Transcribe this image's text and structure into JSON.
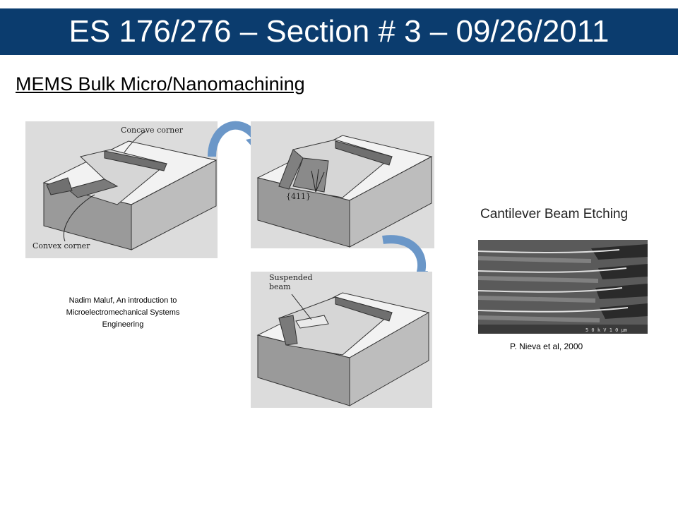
{
  "header": {
    "title": "ES 176/276 – Section # 3 – 09/26/2011"
  },
  "subtitle": "MEMS Bulk Micro/Nanomachining",
  "figure_left": {
    "labels": {
      "concave": "Concave corner",
      "convex": "Convex corner"
    },
    "caption": "Nadim Maluf, An introduction to Microelectromechanical Systems Engineering"
  },
  "figure_mid": {
    "plane_label": "{411}"
  },
  "figure_bottom": {
    "label_line1": "Suspended",
    "label_line2": "beam"
  },
  "cantilever": {
    "title": "Cantilever Beam Etching",
    "caption": "P. Nieva et al, 2000",
    "scale_text": "5 0 k V        1 0 µm"
  },
  "colors": {
    "title_bar": "#0b3c6e",
    "arrow": "#6b97c8",
    "figure_bg": "#dcdcdc"
  }
}
